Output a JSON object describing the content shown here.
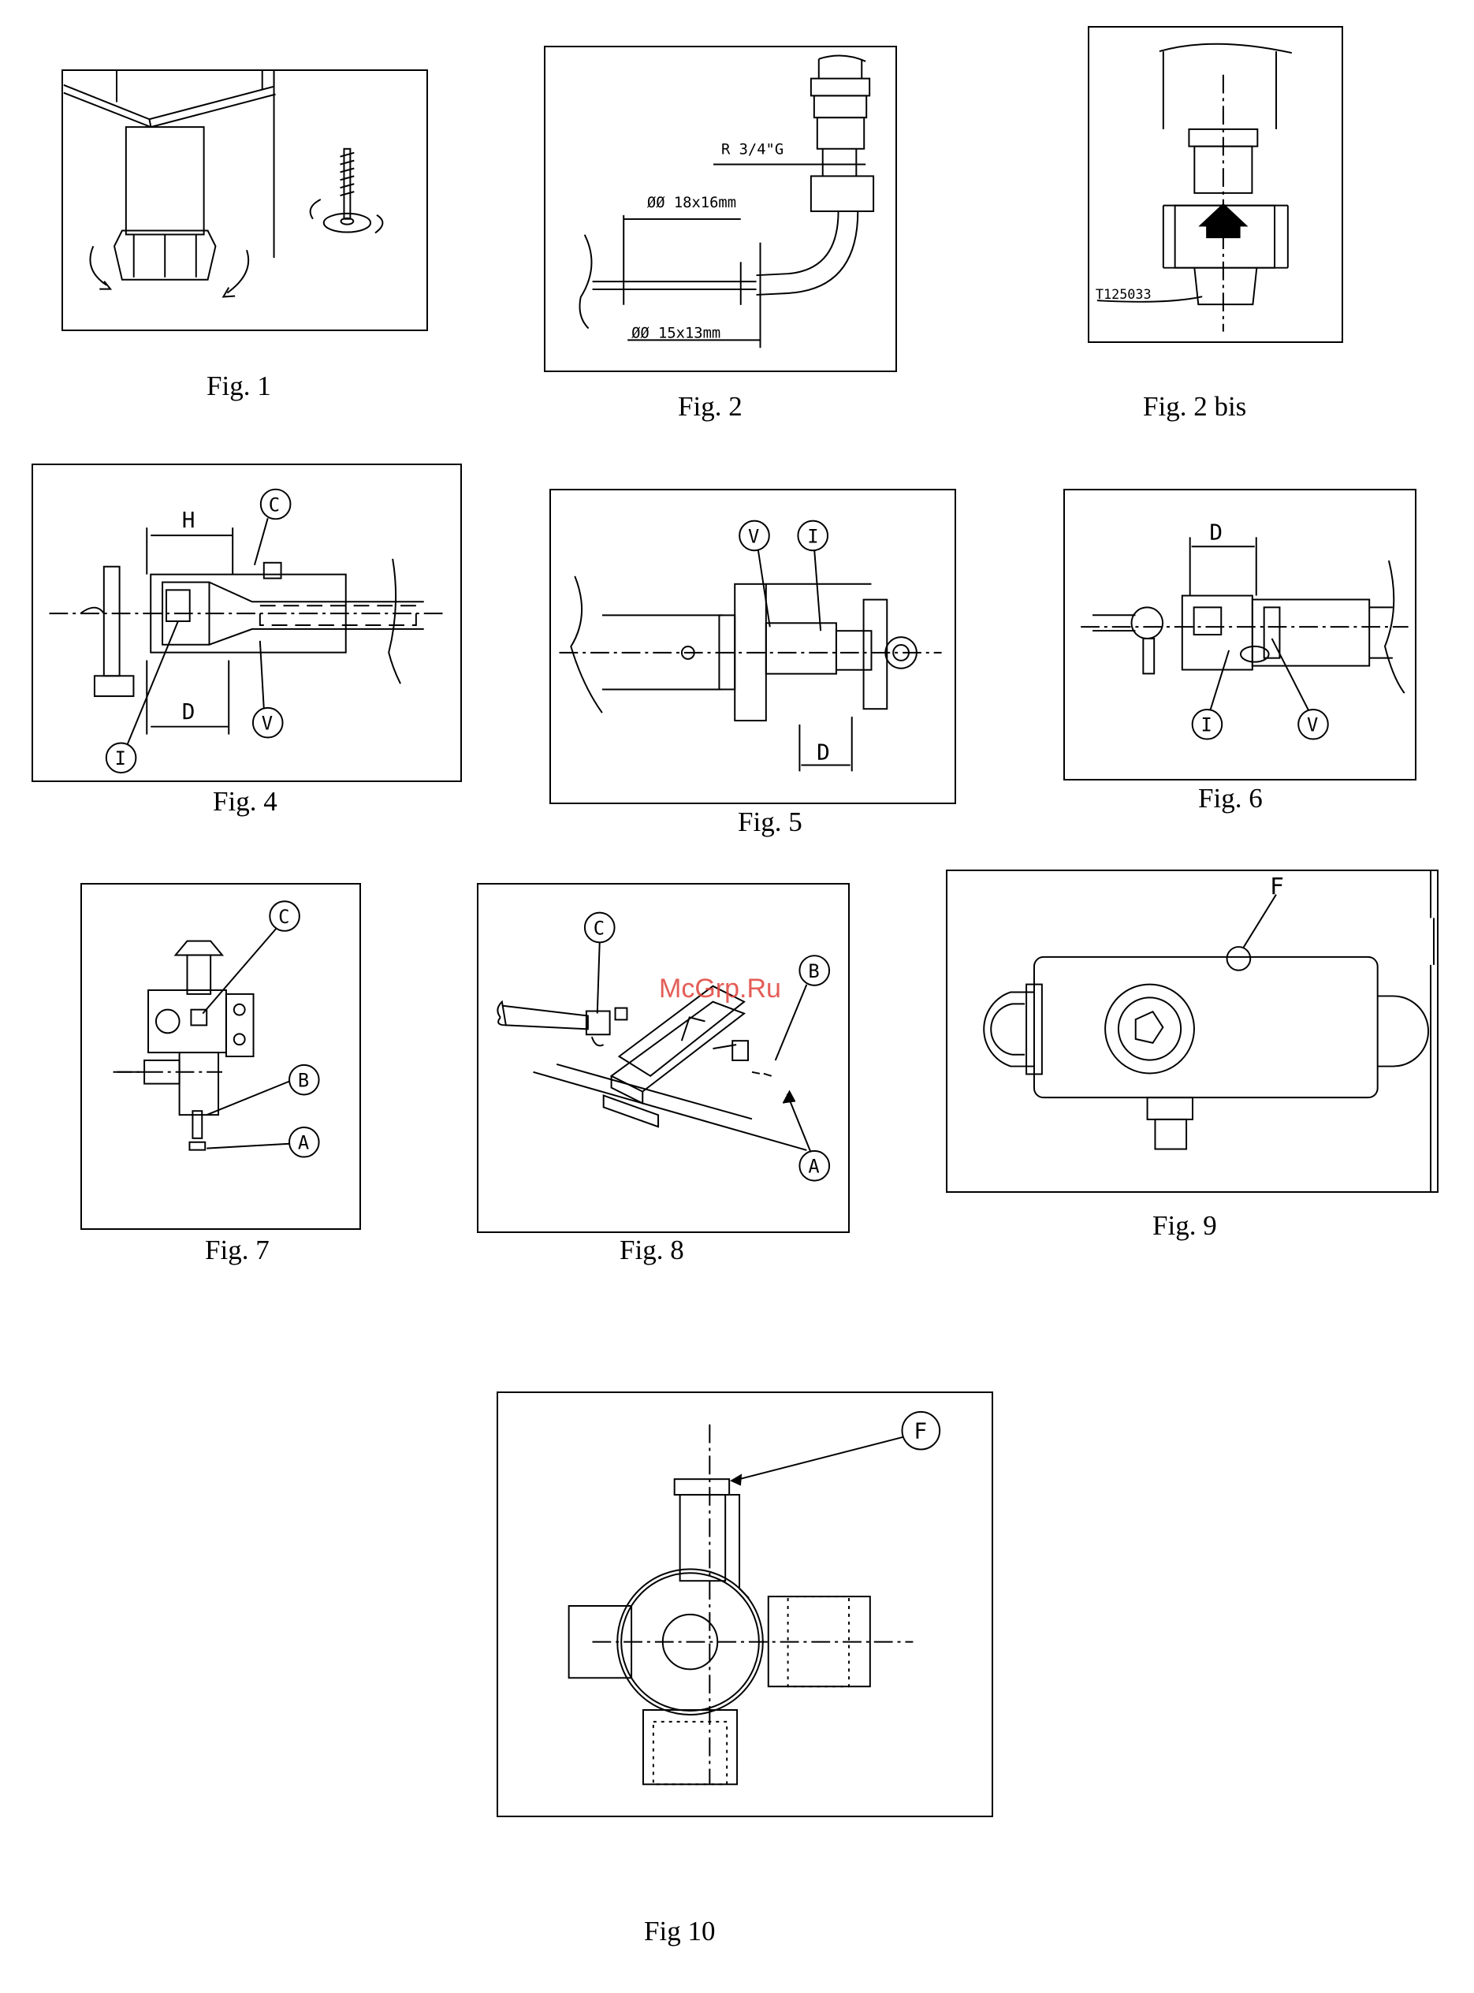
{
  "figures": {
    "fig1": {
      "caption": "Fig. 1"
    },
    "fig2": {
      "caption": "Fig. 2",
      "label_thread": "R 3/4\"G",
      "label_d1": "ØØ 18x16mm",
      "label_d2": "ØØ 15x13mm"
    },
    "fig2b": {
      "caption": "Fig. 2 bis",
      "code": "T125033"
    },
    "fig4": {
      "caption": "Fig. 4",
      "H": "H",
      "D": "D",
      "C": "C",
      "I": "I",
      "V": "V"
    },
    "fig5": {
      "caption": "Fig. 5",
      "V": "V",
      "I": "I",
      "D": "D"
    },
    "fig6": {
      "caption": "Fig. 6",
      "D": "D",
      "I": "I",
      "V": "V"
    },
    "fig7": {
      "caption": "Fig. 7",
      "C": "C",
      "B": "B",
      "A": "A"
    },
    "fig8": {
      "caption": "Fig. 8",
      "C": "C",
      "B": "B",
      "A": "A"
    },
    "fig9": {
      "caption": "Fig. 9",
      "F": "F"
    },
    "fig10": {
      "caption": "Fig 10",
      "F": "F"
    }
  },
  "watermark": "McGrp.Ru"
}
